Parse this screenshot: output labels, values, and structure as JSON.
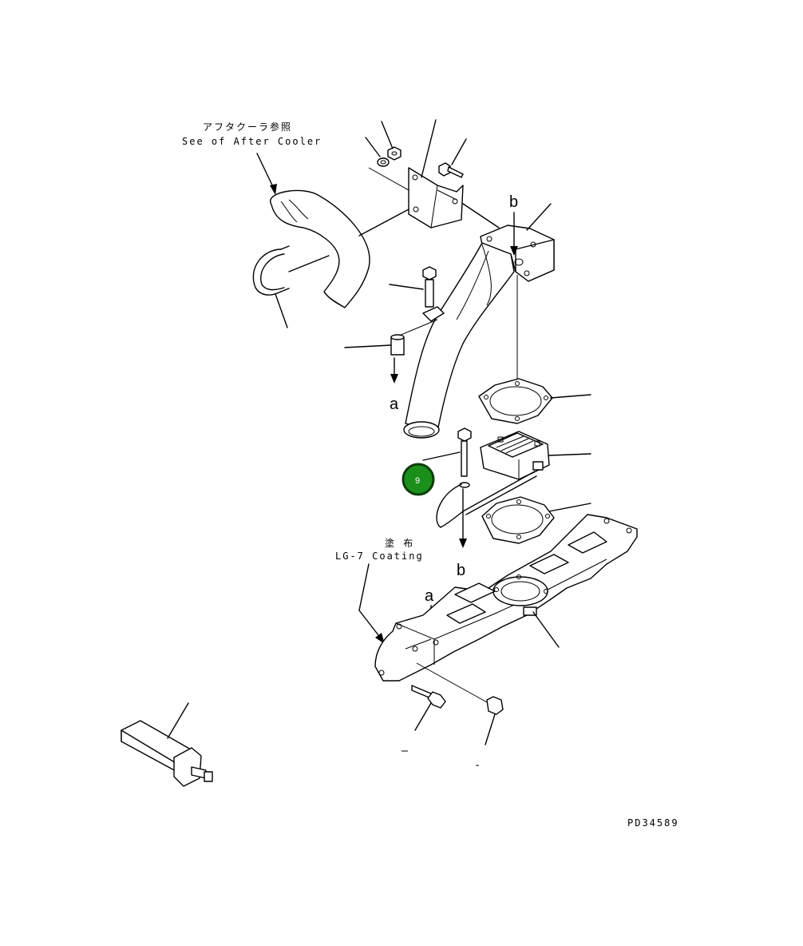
{
  "callouts": {
    "after_cooler_jp": "アフタクーラ参照",
    "after_cooler_en": "See of After Cooler",
    "coating_jp": "塗 布",
    "coating_en": "LG-7 Coating"
  },
  "refs": {
    "a_top": "a",
    "a_bottom": "a",
    "b_top": "b",
    "b_bottom": "b"
  },
  "badge": {
    "label": "9",
    "color": "#1a8f1a",
    "ring": "#0b3d0b"
  },
  "drawing_number": "PD34589"
}
